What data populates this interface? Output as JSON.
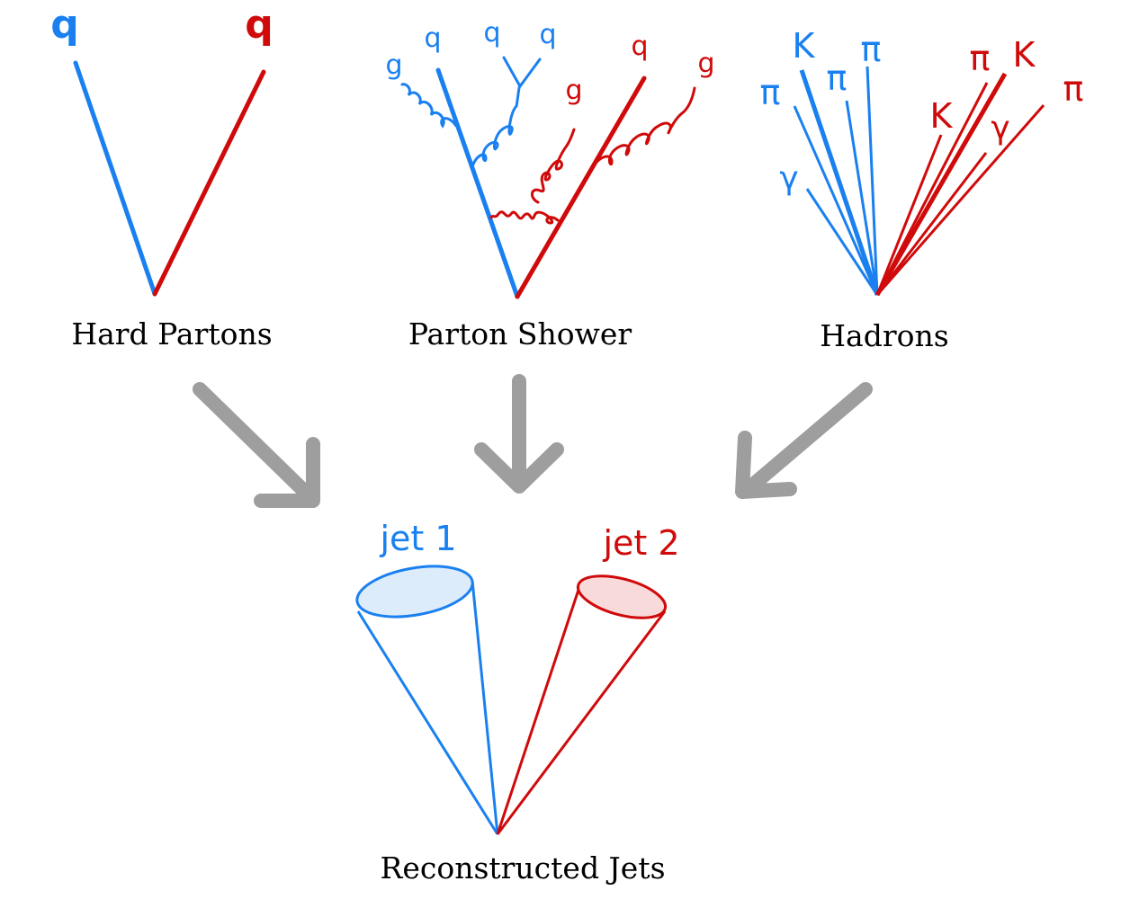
{
  "colors": {
    "blue": "#1a80f0",
    "red": "#d00a0a",
    "arrow": "#9e9e9e",
    "blue_fill": "#dcecfb",
    "red_fill": "#f9dada"
  },
  "panels": {
    "hard_partons": {
      "caption": "Hard Partons",
      "q_left": "q",
      "q_right": "q"
    },
    "parton_shower": {
      "caption": "Parton Shower",
      "labels": {
        "g1": "g",
        "q1": "q",
        "q2": "q",
        "q3": "q",
        "q4": "q",
        "g2": "g",
        "g3": "g"
      }
    },
    "hadrons": {
      "caption": "Hadrons",
      "labels": {
        "k1": "K",
        "pi1": "π",
        "pi2": "π",
        "pi3": "π",
        "gamma1": "γ",
        "pi4": "π",
        "k2": "K",
        "k3": "K",
        "gamma2": "γ",
        "pi5": "π"
      }
    }
  },
  "jets": {
    "caption": "Reconstructed Jets",
    "jet1": "jet 1",
    "jet2": "jet 2"
  }
}
